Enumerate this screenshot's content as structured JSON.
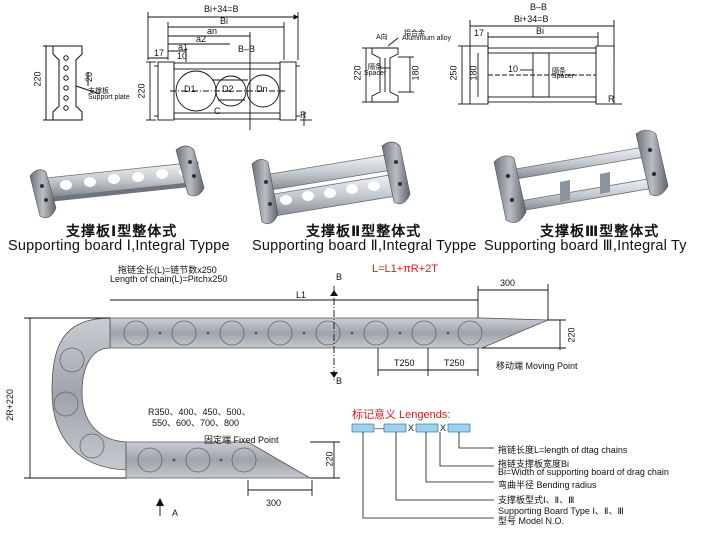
{
  "top_drawings": {
    "plate_dim": "220",
    "plate_hole_dim": "20",
    "plate_label_cn": "支撑板",
    "plate_label_en": "Support plate",
    "front_total": "Bi+34=B",
    "front_bi": "Bi",
    "front_an": "an",
    "front_a2": "a2",
    "front_a1": "a1",
    "front_17": "17",
    "front_10": "10",
    "front_section": "B–B",
    "front_height": "220",
    "front_d1": "D1",
    "front_d2": "D2",
    "front_dn": "Dn",
    "front_c": "C",
    "front_r": "R",
    "alu_a_label": "A向",
    "alu_label_cn": "铝合金",
    "alu_label_en": "Aluminium alloy",
    "alu_spacer_cn": "隔条",
    "alu_spacer_en": "Spacer",
    "alu_220": "220",
    "alu_180": "180",
    "right_section": "B–B",
    "right_total": "Bi+34=B",
    "right_bi": "Bi",
    "right_17": "17",
    "right_250": "250",
    "right_180": "180",
    "right_10": "10",
    "right_spacer_cn": "隔条",
    "right_spacer_en": "Spacer",
    "right_r": "R"
  },
  "products": [
    {
      "cn": "支撑板Ⅰ型整体式",
      "en": "Supporting board Ⅰ,Integral Typpe"
    },
    {
      "cn": "支撑板Ⅱ型整体式",
      "en": "Supporting board Ⅱ,Integral Typpe"
    },
    {
      "cn": "支撑板Ⅲ型整体式",
      "en": "Supporting board Ⅲ,Integral Ty"
    }
  ],
  "layout_diagram": {
    "length_cn": "拖链全长(L)=链节数x250",
    "length_en": "Length of chain(L)=Pitchx250",
    "formula": "L=L1+πR+2T",
    "section_b_top": "B",
    "section_b_bottom": "B",
    "l1": "L1",
    "dim_300_top": "300",
    "dim_220_right": "220",
    "t250_a": "T250",
    "t250_b": "T250",
    "moving_point": "移动端 Moving Point",
    "height_2r": "2R+220",
    "radius_list_1": "R350、400、450、500、",
    "radius_list_2": "550、600、700、800",
    "fixed_point": "固定端 Fixed Point",
    "dim_220_bottom": "220",
    "dim_300_bottom": "300",
    "arrow_a": "A"
  },
  "legend": {
    "title": "标记意义 Lengends:",
    "box_sep_1": "—",
    "box_sep_2": "X",
    "box_sep_3": "X",
    "items": [
      "拖链长度L=length of dtag chains",
      "拖链支撑板宽度Bi",
      "Bi=Width of supporting board of drag chain",
      "弯曲半径 Bending radius",
      "支撑板型式Ⅰ、Ⅱ、Ⅲ",
      "Supporting Board Type Ⅰ、Ⅱ、Ⅲ",
      "型号 Model N.O."
    ]
  },
  "colors": {
    "accent_red": "#e0191b",
    "legend_title": "#e0191b",
    "box_fill": "#9fd0ee",
    "metal_light": "#dfe2e5",
    "metal_dark": "#7b8087"
  }
}
